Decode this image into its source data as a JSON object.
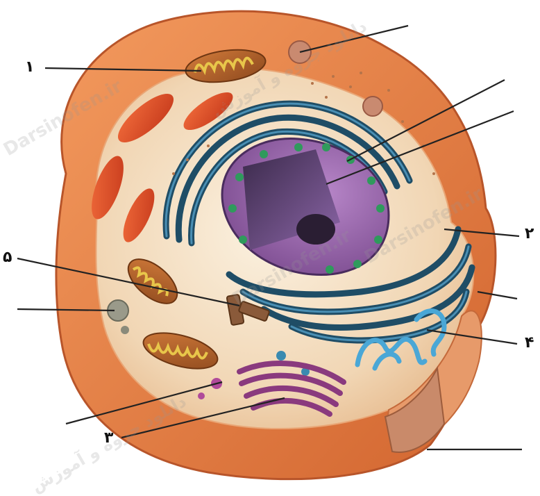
{
  "labels": {
    "l1": "۱",
    "l2": "۲",
    "l3": "۳",
    "l4": "۴",
    "l5": "۵"
  },
  "watermarks": [
    "Darsinofen.ir",
    "دانلود جزوه و آموزش"
  ]
}
